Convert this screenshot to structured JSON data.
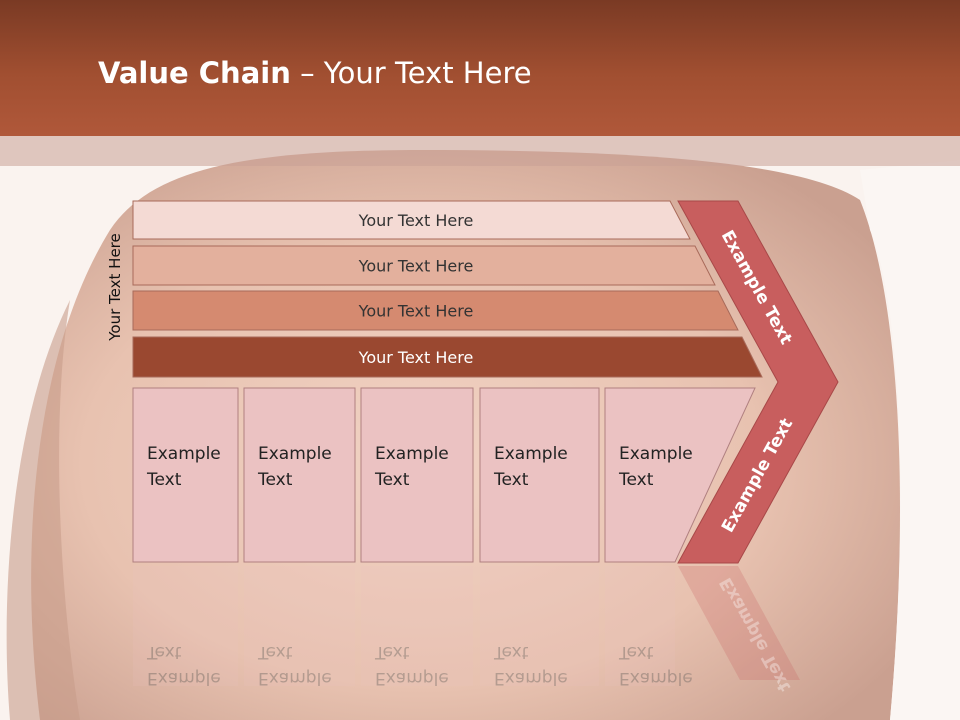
{
  "slide": {
    "title_bold": "Value Chain",
    "title_rest": " – Your Text Here",
    "vertical_label": "Your Text Here"
  },
  "rows": [
    {
      "label": "Your Text Here",
      "fill": "#f4dad4",
      "text_color": "#333333"
    },
    {
      "label": "Your Text Here",
      "fill": "#e3b09d",
      "text_color": "#333333"
    },
    {
      "label": "Your Text Here",
      "fill": "#d58a70",
      "text_color": "#333333"
    },
    {
      "label": "Your Text Here",
      "fill": "#9a4830",
      "text_color": "#ffffff"
    }
  ],
  "columns": [
    {
      "line1": "Example",
      "line2": "Text"
    },
    {
      "line1": "Example",
      "line2": "Text"
    },
    {
      "line1": "Example",
      "line2": "Text"
    },
    {
      "line1": "Example",
      "line2": "Text"
    },
    {
      "line1": "Example",
      "line2": "Text"
    }
  ],
  "arrow": {
    "top_label": "Example Text",
    "bottom_label": "Example Text",
    "fill": "#c85e5e"
  },
  "colors": {
    "header": "#a14f31",
    "column_fill": "#ebc2c2",
    "column_stroke": "#b08080"
  }
}
